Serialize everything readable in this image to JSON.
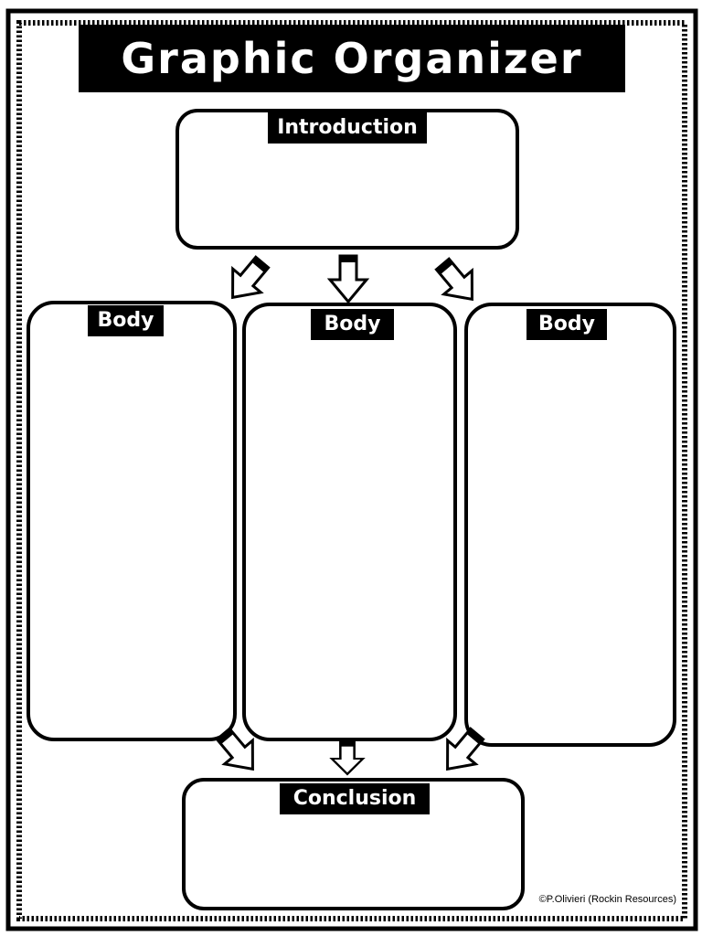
{
  "title": "Graphic Organizer",
  "sections": {
    "introduction": "Introduction",
    "body_left": "Body",
    "body_center": "Body",
    "body_right": "Body",
    "conclusion": "Conclusion"
  },
  "copyright": "©P.Olivieri (Rockin Resources)"
}
